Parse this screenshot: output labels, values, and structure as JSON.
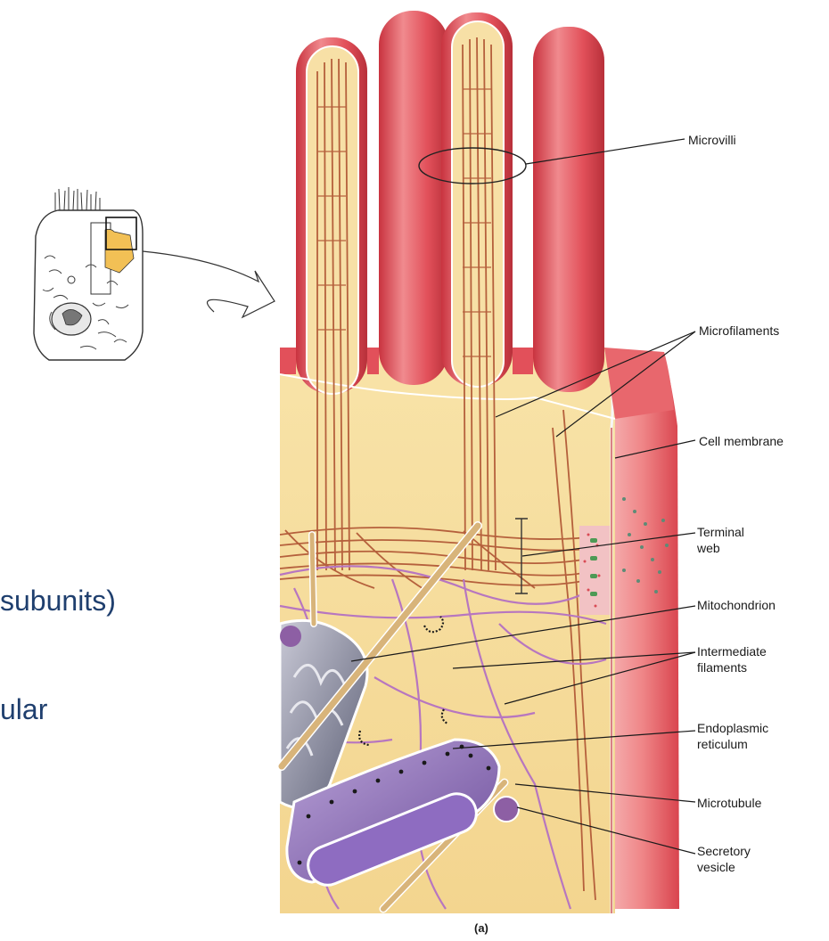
{
  "slide_text": {
    "line1": "subunits)",
    "line2": "ular"
  },
  "figure": {
    "caption": "(a)",
    "labels": {
      "microvilli": "Microvilli",
      "microfilaments": "Microfilaments",
      "cell_membrane": "Cell membrane",
      "terminal_web_1": "Terminal",
      "terminal_web_2": "web",
      "mitochondrion": "Mitochondrion",
      "intermediate_filaments_1": "Intermediate",
      "intermediate_filaments_2": "filaments",
      "endoplasmic_reticulum_1": "Endoplasmic",
      "endoplasmic_reticulum_2": "reticulum",
      "microtubule": "Microtubule",
      "secretory_vesicle_1": "Secretory",
      "secretory_vesicle_2": "vesicle"
    }
  },
  "colors": {
    "membrane_red": "#e2505a",
    "cytoplasm": "#f7dea0",
    "actin": "#b5603c",
    "intermediate": "#b776c0",
    "er": "#9c7cc0",
    "slide_text": "#1f3f6e"
  }
}
